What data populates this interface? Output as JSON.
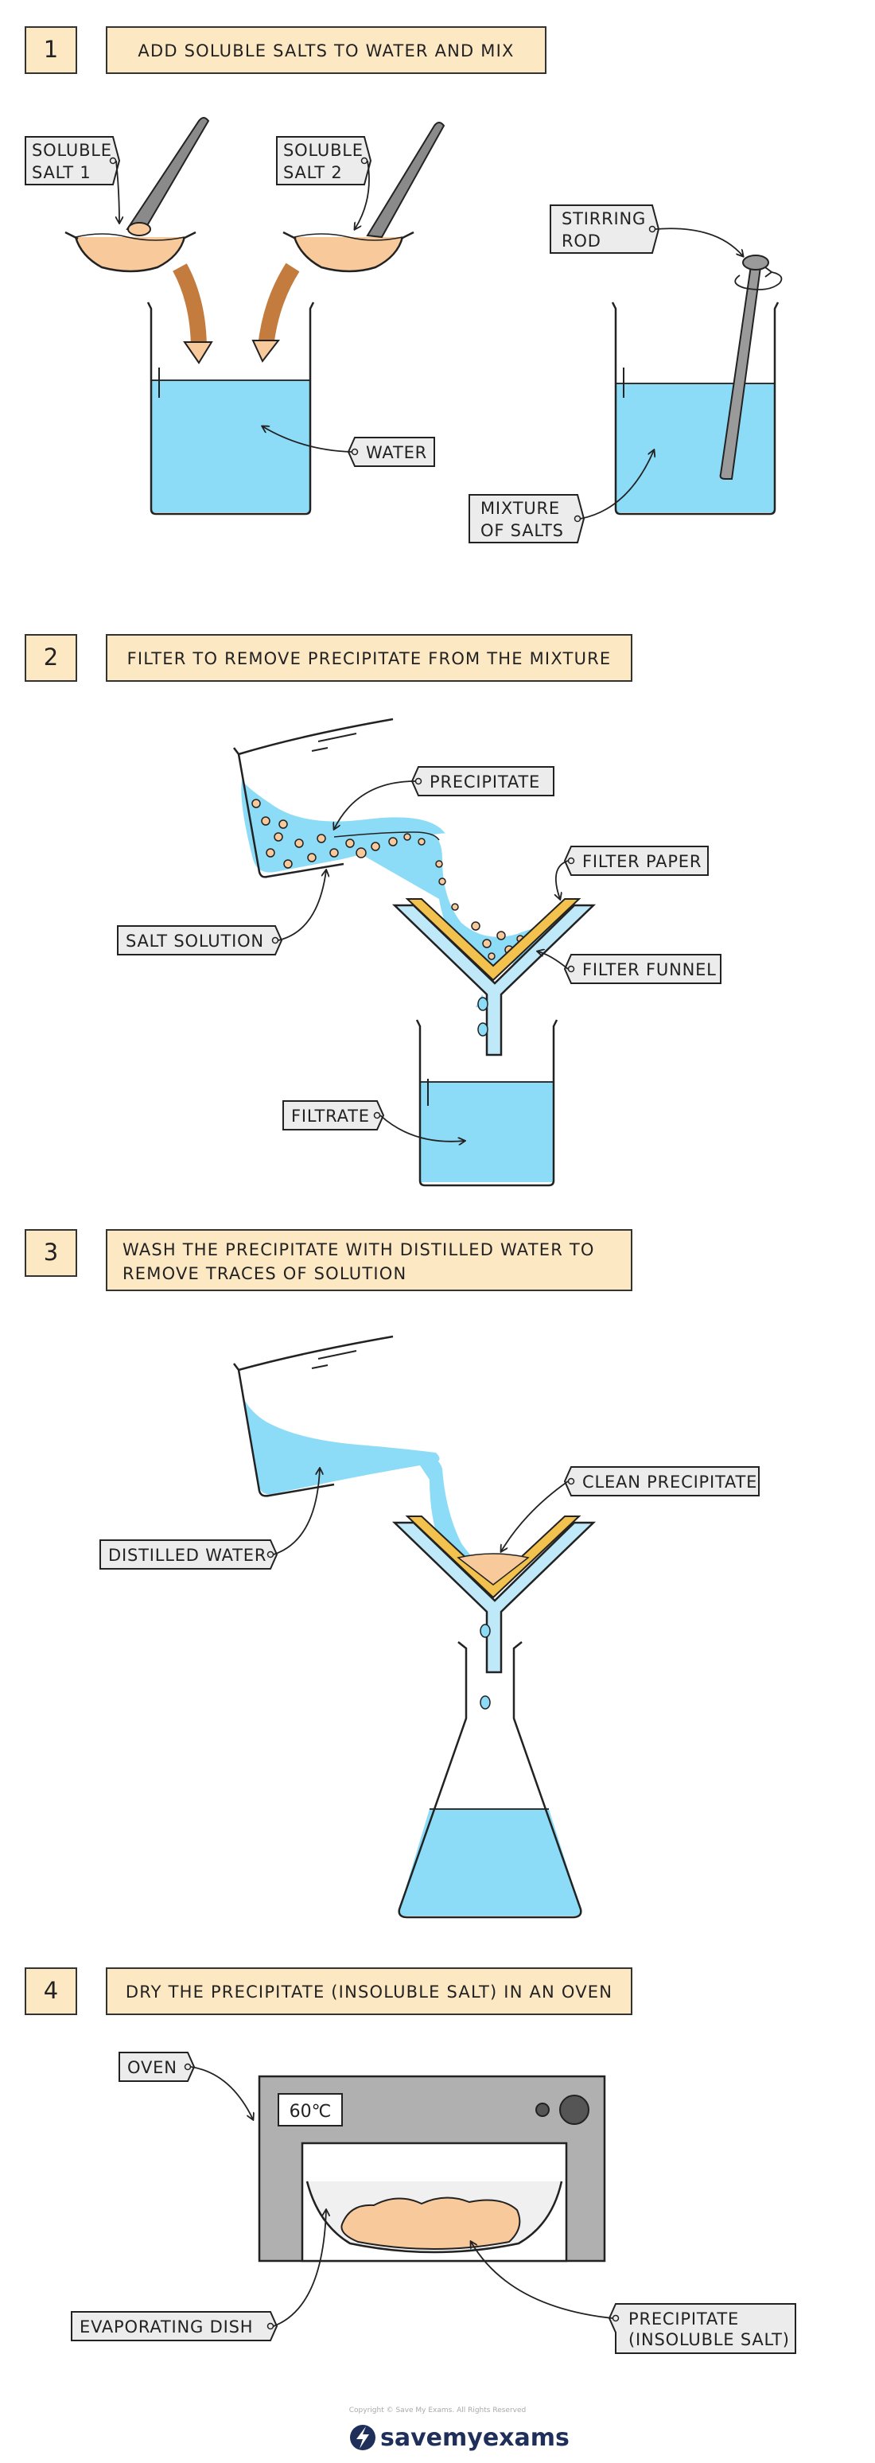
{
  "steps": [
    {
      "number": "1",
      "instruction": "ADD SOLUBLE SALTS TO WATER AND MIX"
    },
    {
      "number": "2",
      "instruction": "FILTER TO REMOVE PRECIPITATE FROM THE MIXTURE"
    },
    {
      "number": "3",
      "instruction_line1": "WASH THE PRECIPITATE WITH DISTILLED WATER TO",
      "instruction_line2": "REMOVE TRACES OF SOLUTION"
    },
    {
      "number": "4",
      "instruction": "DRY THE PRECIPITATE (INSOLUBLE SALT) IN AN OVEN"
    }
  ],
  "labels": {
    "soluble_salt_1_line1": "SOLUBLE",
    "soluble_salt_1_line2": "SALT 1",
    "soluble_salt_2_line1": "SOLUBLE",
    "soluble_salt_2_line2": "SALT 2",
    "water": "WATER",
    "stirring_rod_line1": "STIRRING",
    "stirring_rod_line2": "ROD",
    "mixture_line1": "MIXTURE",
    "mixture_line2": "OF SALTS",
    "precipitate": "PRECIPITATE",
    "filter_paper": "FILTER PAPER",
    "salt_solution": "SALT SOLUTION",
    "filter_funnel": "FILTER FUNNEL",
    "filtrate": "FILTRATE",
    "clean_precipitate": "CLEAN PRECIPITATE",
    "distilled_water": "DISTILLED WATER",
    "oven": "OVEN",
    "oven_display": "60℃",
    "evaporating_dish": "EVAPORATING DISH",
    "precipitate_insoluble_line1": "PRECIPITATE",
    "precipitate_insoluble_line2": "(INSOLUBLE SALT)"
  },
  "footer": {
    "copyright": "Copyright © Save My Exams. All Rights Reserved",
    "brand": "savemyexams"
  },
  "colors": {
    "water": "#8ddcf7",
    "step_box": "#fde8c4",
    "salt": "#f8c99a",
    "label_tag": "#ececec",
    "filter_paper": "#f2c14e",
    "funnel": "#bfe8f8",
    "oven_body": "#b0b0b0",
    "brand": "#1f2f5a"
  }
}
